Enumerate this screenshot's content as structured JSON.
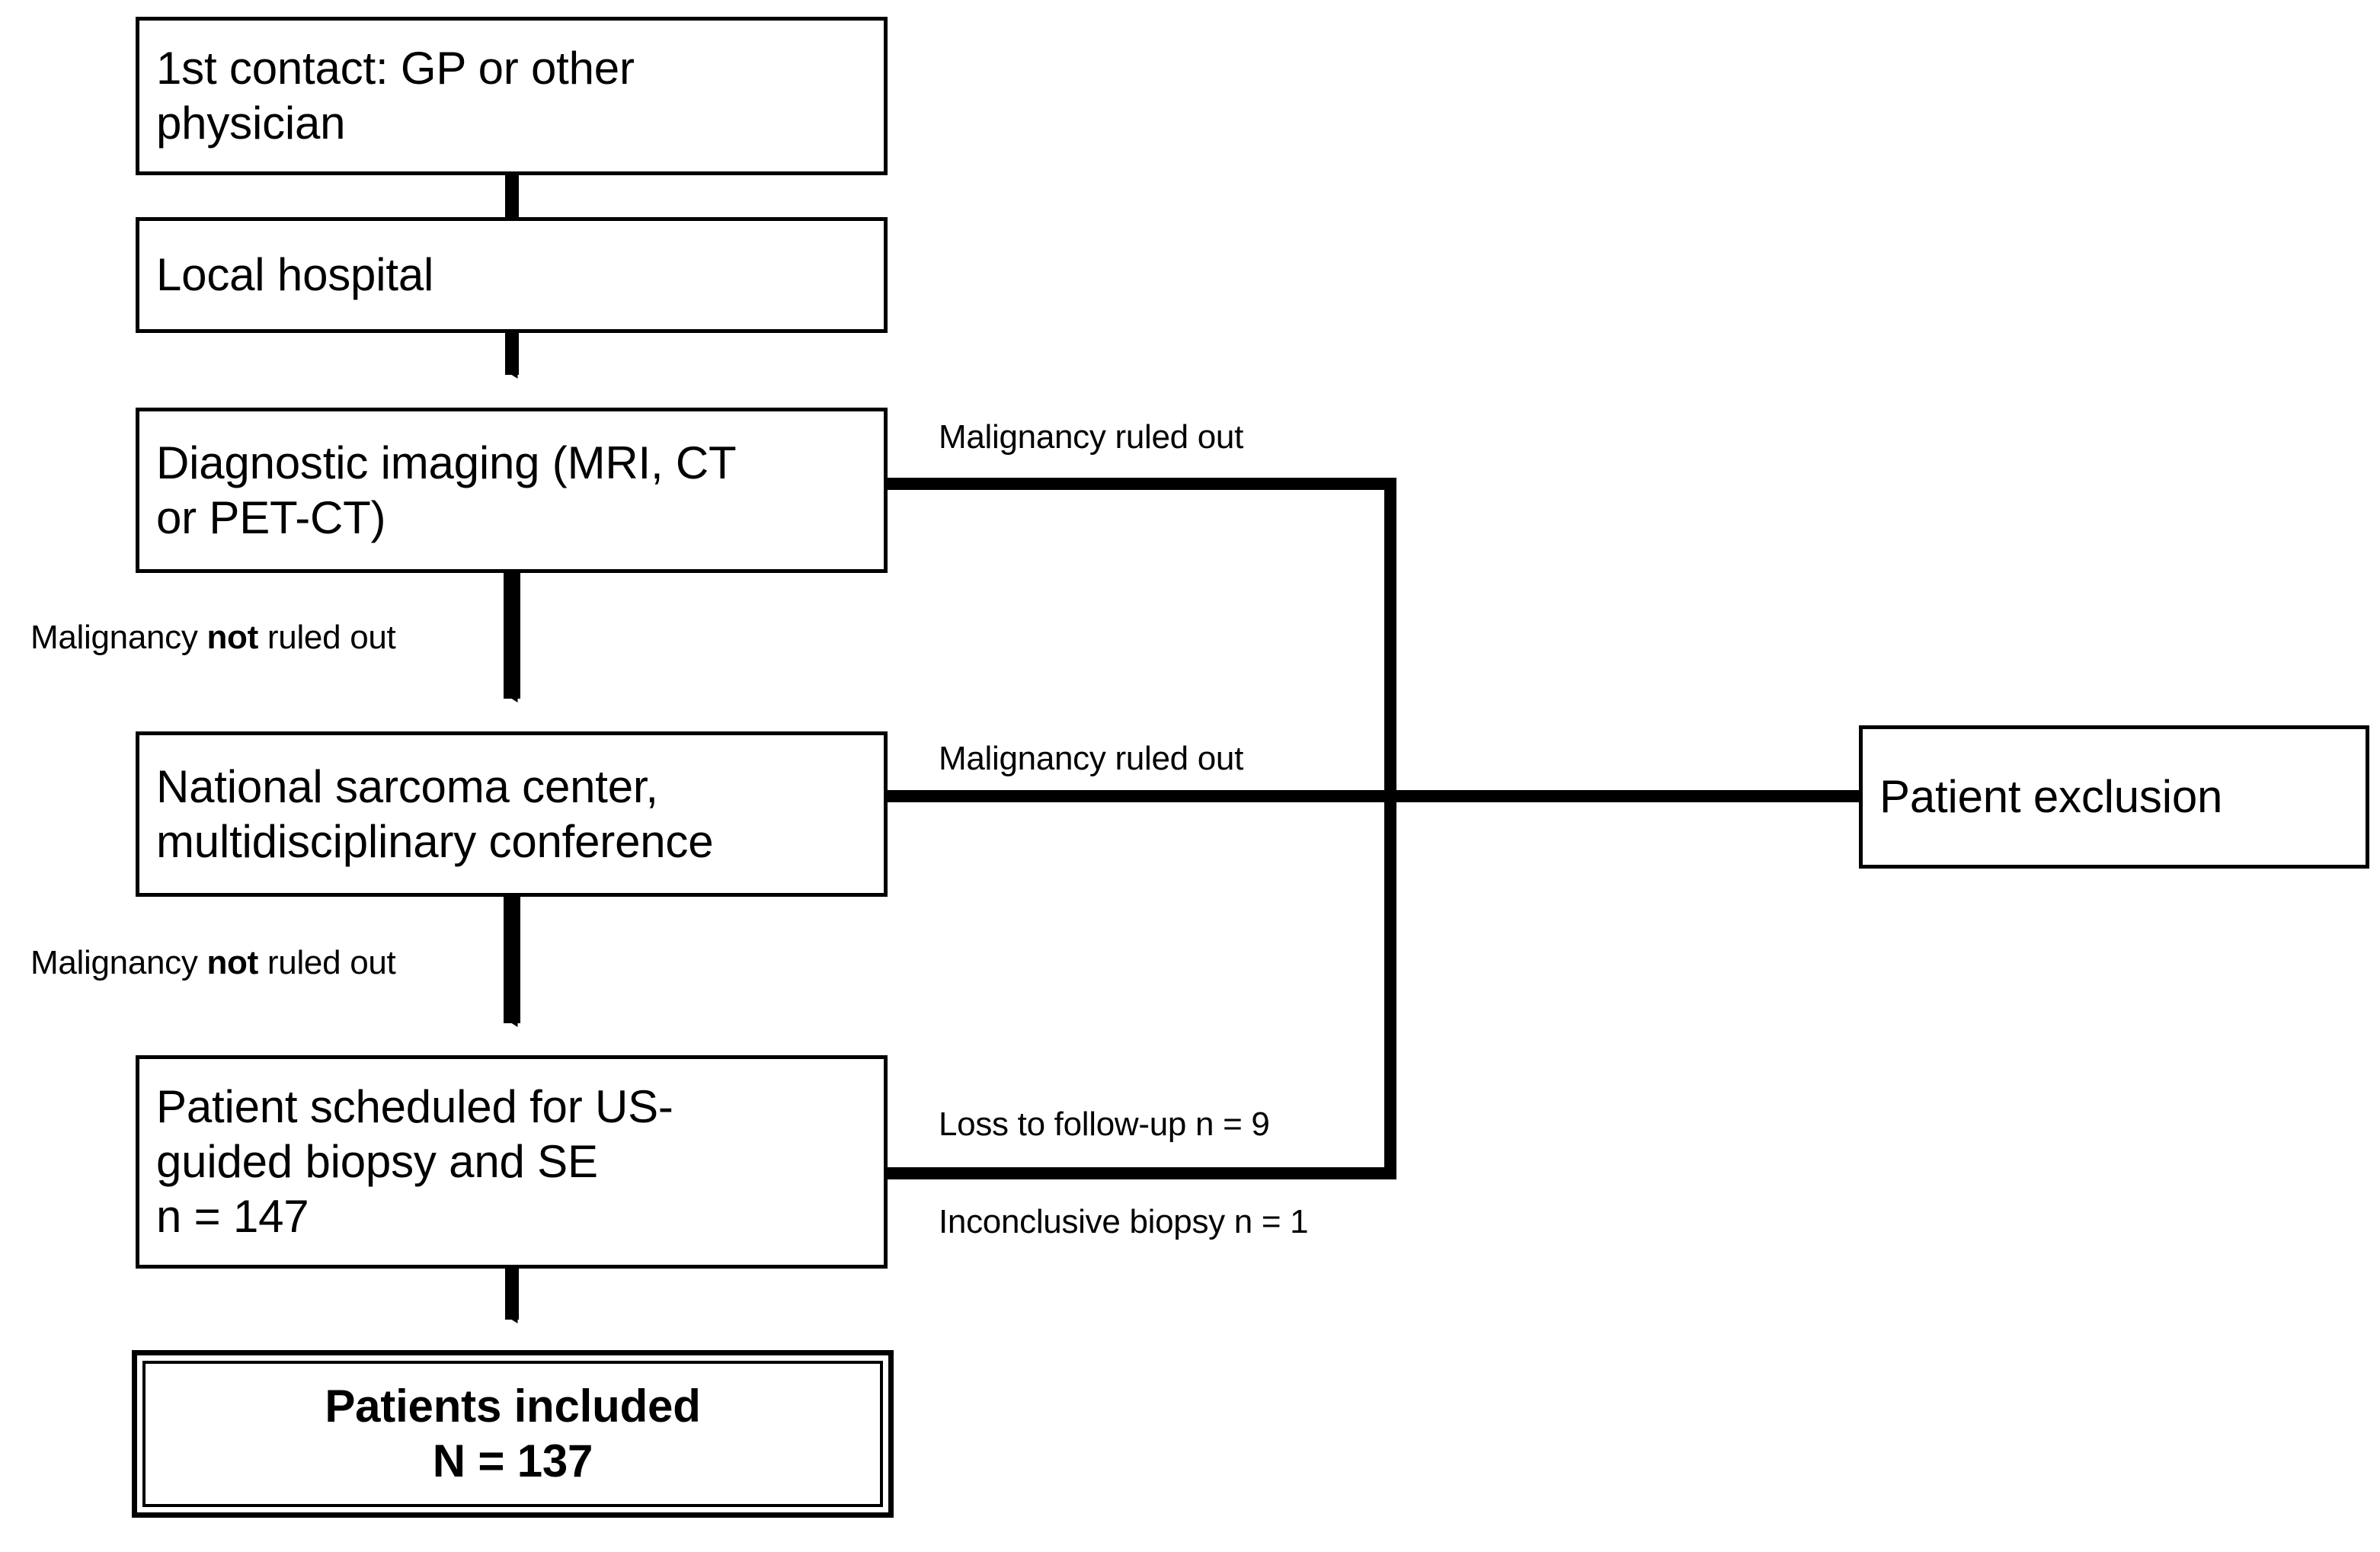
{
  "diagram": {
    "type": "flowchart",
    "title": "Patient inclusion flowchart",
    "colors": {
      "stroke": "#000000",
      "fill": "#ffffff",
      "text": "#000000"
    },
    "nodes": [
      {
        "id": "first-contact",
        "label": "1st contact: GP or other\nphysician",
        "style": "single"
      },
      {
        "id": "local-hospital",
        "label": "Local hospital",
        "style": "single"
      },
      {
        "id": "diagnostic-imaging",
        "label": "Diagnostic imaging (MRI, CT\nor PET-CT)",
        "style": "single"
      },
      {
        "id": "sarcoma-center",
        "label": "National sarcoma center,\nmultidisciplinary conference",
        "style": "single"
      },
      {
        "id": "scheduled-biopsy",
        "label": "Patient scheduled for US-\nguided biopsy and SE\nn =  147",
        "style": "single"
      },
      {
        "id": "patients-included",
        "label_line1": "Patients included",
        "label_line2": "N = 137",
        "style": "double"
      },
      {
        "id": "patient-exclusion",
        "label": "Patient exclusion",
        "style": "single"
      }
    ],
    "edge_labels": {
      "imaging_ruled_out": "Malignancy ruled out",
      "imaging_not_ruled_out_pre": "Malignancy ",
      "imaging_not_ruled_out_bold": "not",
      "imaging_not_ruled_out_post": " ruled out",
      "center_ruled_out": "Malignancy ruled out",
      "center_not_ruled_out_pre": "Malignancy ",
      "center_not_ruled_out_bold": "not",
      "center_not_ruled_out_post": " ruled out",
      "loss_to_followup": "Loss to follow-up n = 9",
      "inconclusive_biopsy": "Inconclusive biopsy n = 1"
    }
  }
}
